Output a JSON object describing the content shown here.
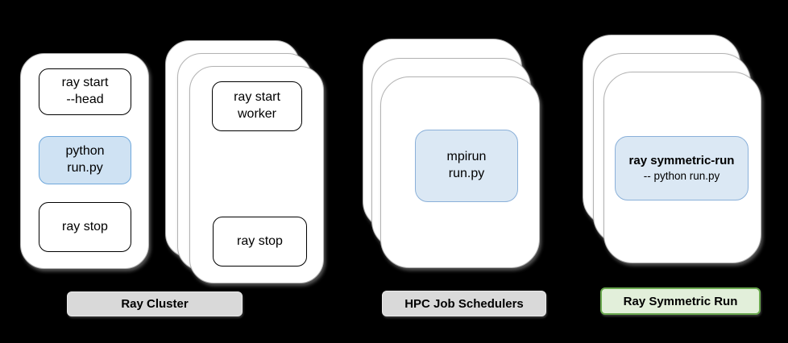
{
  "diagram": {
    "background_color": "#000000",
    "card_color": "#ffffff",
    "accent_blue_fill": "#cfe2f3",
    "accent_blue_border": "#6fa8dc",
    "soft_blue_fill": "#dbe8f4",
    "soft_blue_border": "#8ab0d9",
    "gray_label_fill": "#d9d9d9",
    "green_label_fill": "#e2efda",
    "green_label_border": "#6aa84f"
  },
  "ray_cluster": {
    "label": "Ray Cluster",
    "head_node": {
      "boxes": [
        {
          "lines": [
            "ray start",
            "--head"
          ],
          "style": "plain"
        },
        {
          "lines": [
            "python",
            "run.py"
          ],
          "style": "blue"
        },
        {
          "lines": [
            "ray stop"
          ],
          "style": "plain"
        }
      ]
    },
    "worker_nodes": {
      "boxes": [
        {
          "lines": [
            "ray start",
            "worker"
          ],
          "style": "plain"
        },
        {
          "lines": [
            "ray stop"
          ],
          "style": "plain"
        }
      ]
    }
  },
  "hpc": {
    "label": "HPC Job Schedulers",
    "box": {
      "lines": [
        "mpirun",
        "run.py"
      ],
      "style": "soft-blue"
    }
  },
  "symmetric_run": {
    "label": "Ray Symmetric Run",
    "box": {
      "line1": "ray symmetric-run",
      "line2": "-- python run.py",
      "style": "soft-blue"
    }
  }
}
